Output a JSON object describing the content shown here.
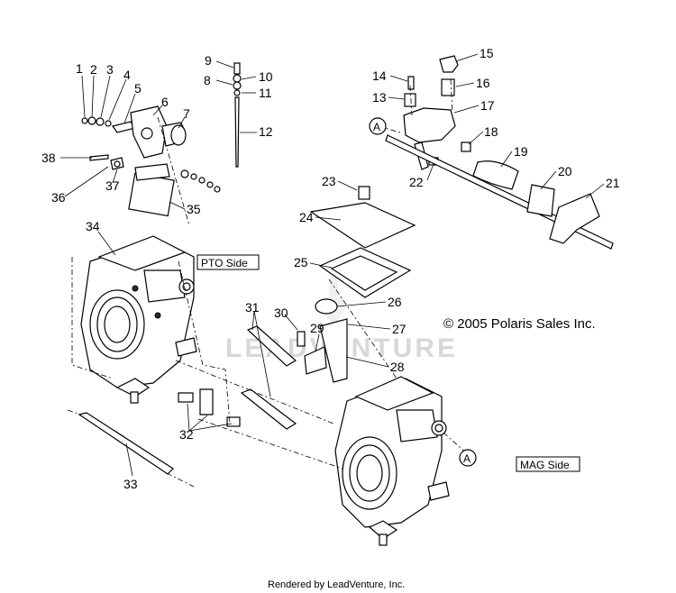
{
  "callouts": [
    "1",
    "2",
    "3",
    "4",
    "5",
    "6",
    "7",
    "8",
    "9",
    "10",
    "11",
    "12",
    "13",
    "14",
    "15",
    "16",
    "17",
    "18",
    "19",
    "20",
    "21",
    "22",
    "23",
    "24",
    "25",
    "26",
    "27",
    "28",
    "29",
    "30",
    "31",
    "32",
    "33",
    "34",
    "35",
    "36",
    "37",
    "38"
  ],
  "labels": {
    "pto_side": "PTO Side",
    "mag_side": "MAG Side",
    "ref_a": "A"
  },
  "copyright": "© 2005 Polaris Sales Inc.",
  "watermark": "LEADVENTURE",
  "footer": "Rendered by LeadVenture, Inc."
}
